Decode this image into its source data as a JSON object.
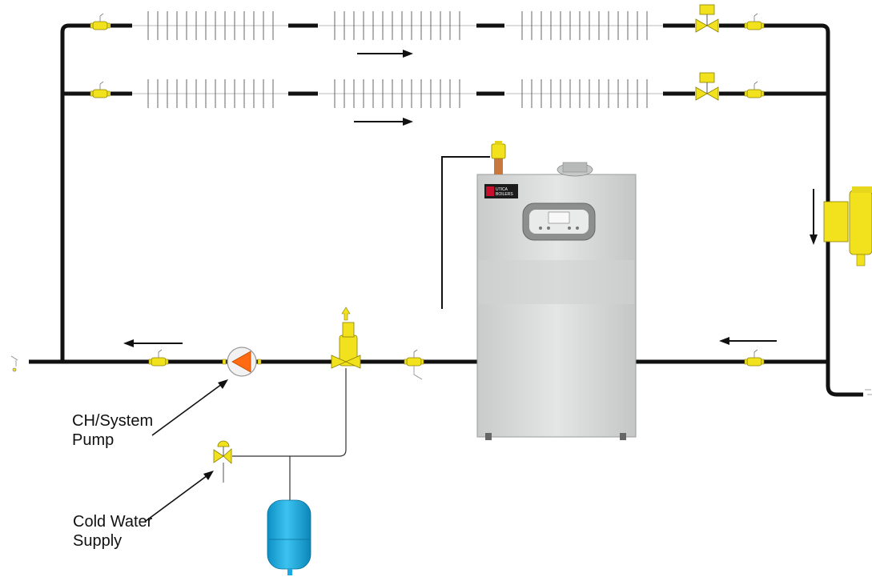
{
  "labels": {
    "pump": "CH/System\nPump",
    "cold_water": "Cold Water\nSupply"
  },
  "boiler": {
    "brand_line1": "UTICA",
    "brand_line2": "BOILERS"
  },
  "colors": {
    "pipe": "#111111",
    "valve_yellow": "#f2e21e",
    "pump_orange": "#ff6a13",
    "expansion_tank": "#1aa9e2",
    "boiler_body": "#d7d9d9"
  }
}
